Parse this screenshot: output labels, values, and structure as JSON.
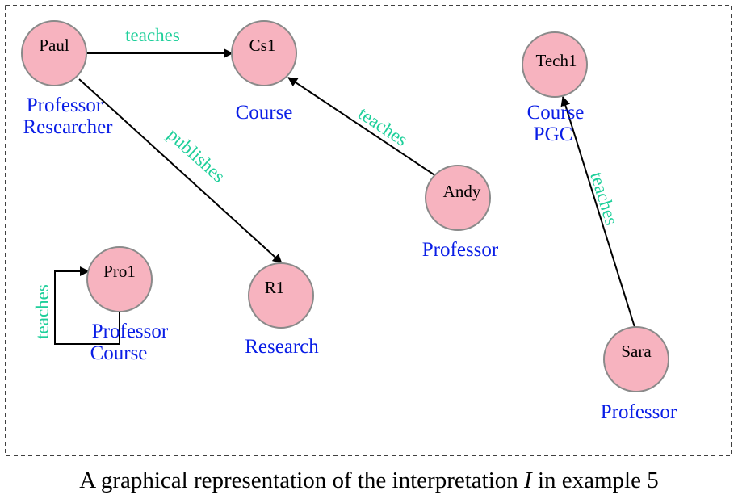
{
  "diagram": {
    "nodes": {
      "paul": {
        "label": "Paul",
        "types": [
          "Professor",
          "Researcher"
        ]
      },
      "cs1": {
        "label": "Cs1",
        "types": [
          "Course"
        ]
      },
      "tech1": {
        "label": "Tech1",
        "types": [
          "Course",
          "PGC"
        ]
      },
      "andy": {
        "label": "Andy",
        "types": [
          "Professor"
        ]
      },
      "pro1": {
        "label": "Pro1",
        "types": [
          "Professor",
          "Course"
        ]
      },
      "r1": {
        "label": "R1",
        "types": [
          "Research"
        ]
      },
      "sara": {
        "label": "Sara",
        "types": [
          "Professor"
        ]
      }
    },
    "edges": {
      "paul_cs1": {
        "label": "teaches"
      },
      "paul_r1": {
        "label": "publishes"
      },
      "andy_cs1": {
        "label": "teaches"
      },
      "sara_tech1": {
        "label": "teaches"
      },
      "pro1_pro1": {
        "label": "teaches"
      }
    }
  },
  "caption": {
    "prefix": "A graphical representation of the interpretation ",
    "symbol": "I",
    "suffix": " in example 5"
  },
  "colors": {
    "node_fill": "#f7b3bf",
    "type_label": "#0a1ee6",
    "edge_label": "#1ecf9a",
    "border": "#000000"
  }
}
